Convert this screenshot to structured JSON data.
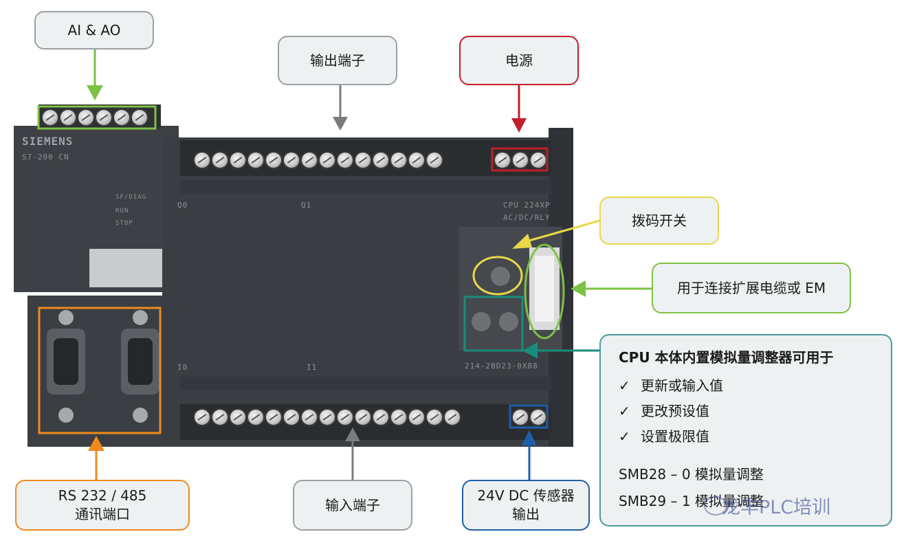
{
  "labels": {
    "ai_ao": "AI & AO",
    "output_terminal": "输出端子",
    "power": "电源",
    "dip_switch": "拨码开关",
    "expansion": "用于连接扩展电缆或 EM",
    "rs_port_line1": "RS 232 / 485",
    "rs_port_line2": "通讯端口",
    "input_terminal": "输入端子",
    "sensor_line1": "24V DC 传感器",
    "sensor_line2": "输出"
  },
  "info_box": {
    "title": "CPU 本体内置模拟量调整器可用于",
    "items": [
      "更新或输入值",
      "更改预设值",
      "设置极限值"
    ],
    "check_mark": "✓",
    "smb28": "SMB28 – 0 模拟量调整",
    "smb29": "SMB29 – 1 模拟量调整"
  },
  "plc_text": {
    "brand": "SIEMENS",
    "series": "S7-200 CN",
    "model": "CPU 224XP",
    "power_type": "AC/DC/RLY",
    "order_no": "214-2BD23-0XB8",
    "status_sf": "SF/DIAG",
    "status_run": "RUN",
    "status_stop": "STOP",
    "q0": "Q0",
    "q1": "Q1",
    "i0": "I0",
    "i1": "I1"
  },
  "watermark": "龙丰PLC培训",
  "colors": {
    "ai_ao": "#7dc143",
    "output": "#7b7b7b",
    "power": "#c0202a",
    "dip": "#e8d84a",
    "expansion": "#7dc143",
    "comm": "#f08a1c",
    "input": "#7b7b7b",
    "sensor": "#1f5ea8",
    "pot": "#1a8c7a"
  }
}
